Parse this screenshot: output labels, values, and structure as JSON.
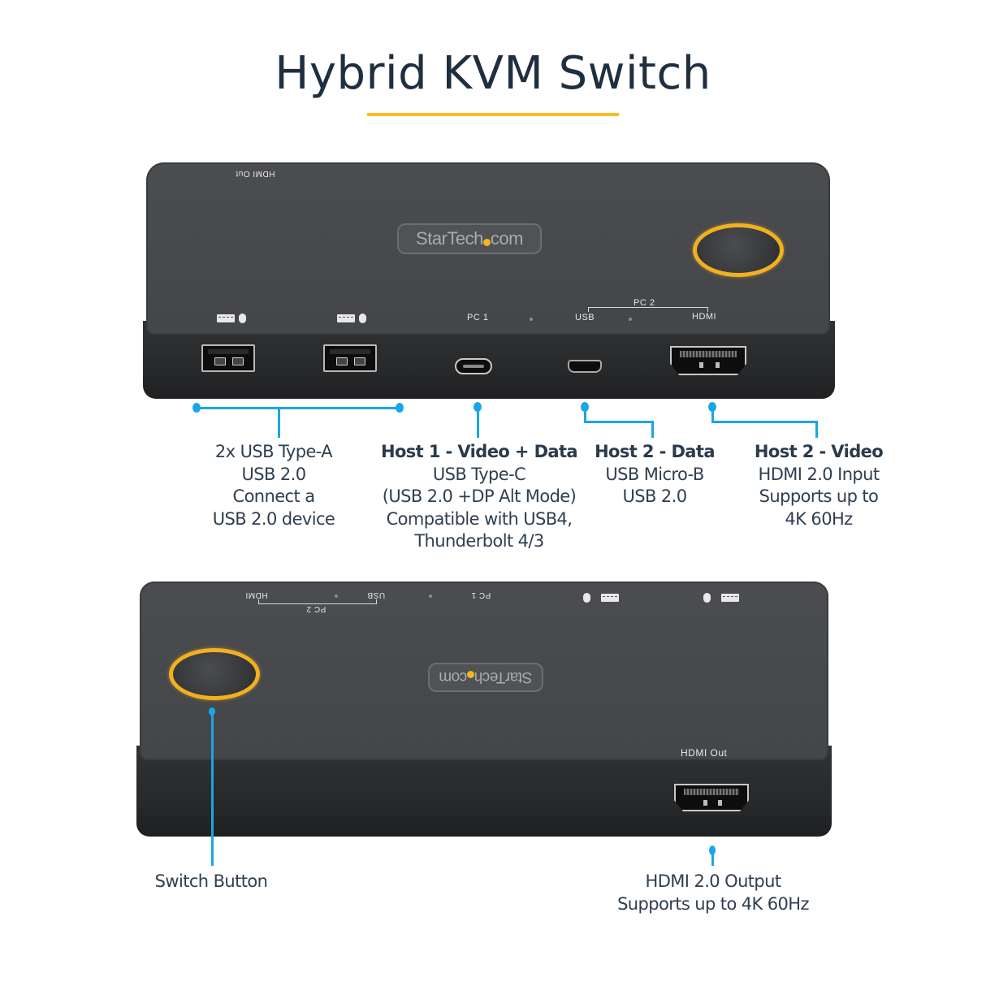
{
  "title": "Hybrid KVM Switch",
  "colors": {
    "title_underline": "#f9bd2a",
    "callout_line": "#1aa6e6",
    "text": "#2f3f4f",
    "switch_ring": "#f0b020",
    "device_body": "#46484b"
  },
  "device_top_view": {
    "logo": "StarTech.com",
    "logo_text_before_dot": "StarTech",
    "logo_text_after_dot": "com",
    "silk_hdmi_out_mirrored": "HDMI Out",
    "silk_pc1": "PC 1",
    "silk_pc2": "PC 2",
    "silk_usb": "USB",
    "silk_hdmi": "HDMI",
    "ports": [
      "USB Type-A (keyboard/mouse)",
      "USB Type-A (keyboard/mouse)",
      "USB Type-C",
      "USB Micro-B",
      "HDMI"
    ]
  },
  "device_bottom_view": {
    "logo": "StarTech.com",
    "silk_hdmi_out": "HDMI Out",
    "silk_pc1": "PC 1",
    "silk_pc2": "PC 2",
    "silk_usb": "USB",
    "silk_hdmi": "HDMI"
  },
  "callouts_top": [
    {
      "heading": "",
      "lines": [
        "2x USB Type-A",
        "USB 2.0",
        "Connect a",
        "USB 2.0 device"
      ]
    },
    {
      "heading": "Host 1 - Video + Data",
      "lines": [
        "USB Type-C",
        "(USB 2.0 +DP Alt Mode)",
        "Compatible with USB4,",
        "Thunderbolt 4/3"
      ]
    },
    {
      "heading": "Host 2 - Data",
      "lines": [
        "USB Micro-B",
        "USB 2.0"
      ]
    },
    {
      "heading": "Host 2 - Video",
      "lines": [
        "HDMI 2.0 Input",
        "Supports up to",
        "4K 60Hz"
      ]
    }
  ],
  "callouts_bottom": [
    {
      "lines": [
        "Switch Button"
      ]
    },
    {
      "lines": [
        "HDMI 2.0 Output",
        "Supports up to 4K 60Hz"
      ]
    }
  ]
}
